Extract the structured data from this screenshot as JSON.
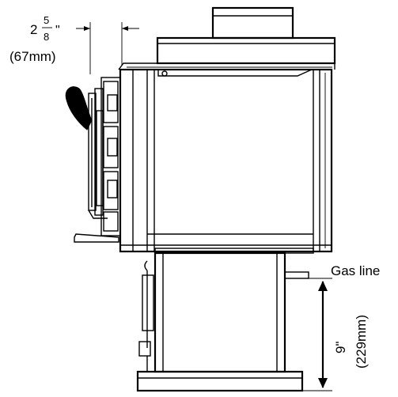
{
  "dimensions": {
    "flue_offset": {
      "whole": "2",
      "numerator": "5",
      "denominator": "8",
      "unit_mark": "\"",
      "metric": "(67mm)"
    },
    "gas_line": {
      "label": "Gas line",
      "height_imperial": "9\"",
      "height_metric": "(229mm)"
    }
  }
}
